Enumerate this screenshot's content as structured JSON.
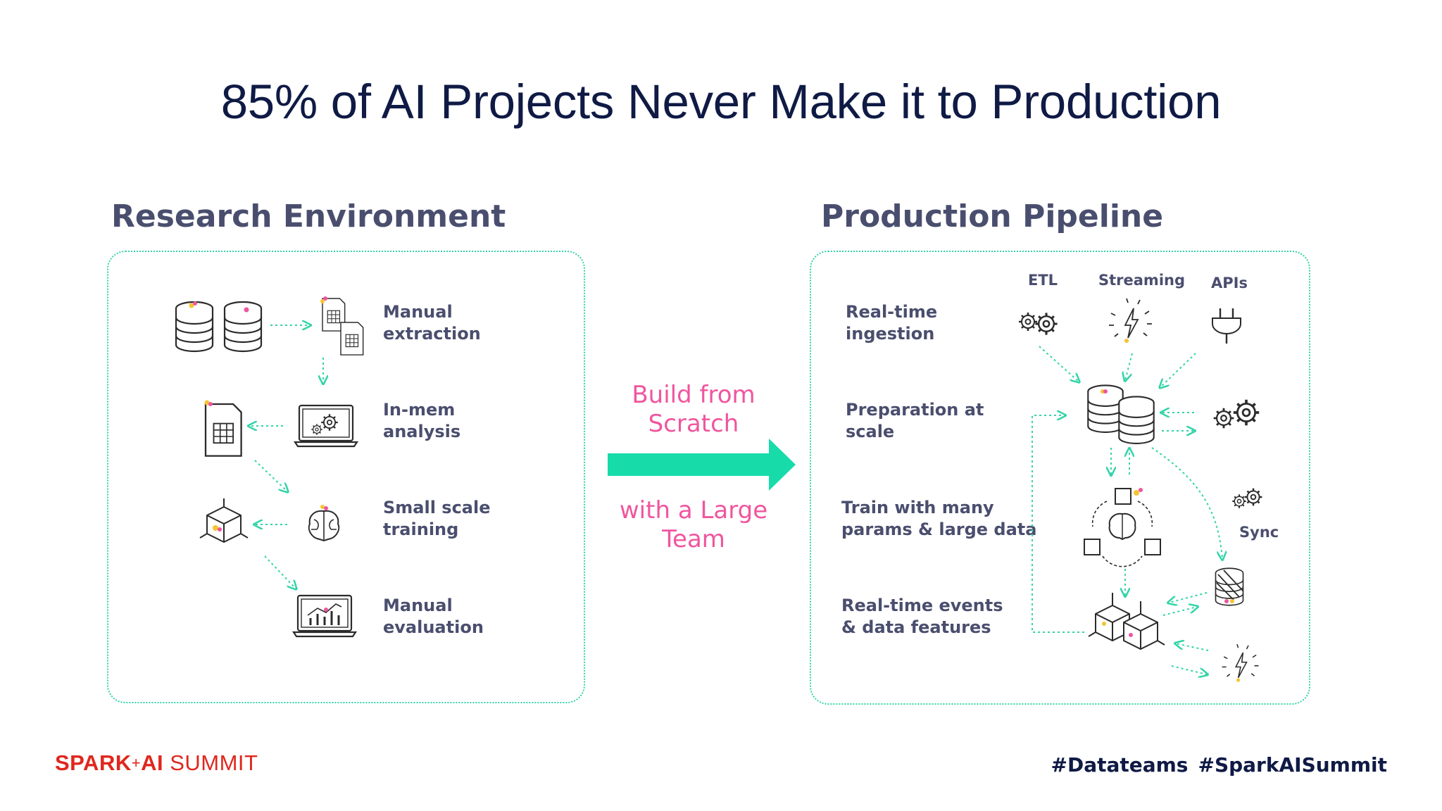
{
  "slide": {
    "title": "85% of AI Projects Never Make it to Production"
  },
  "research": {
    "heading": "Research Environment",
    "steps": [
      {
        "label": "Manual\nextraction"
      },
      {
        "label": "In-mem\nanalysis"
      },
      {
        "label": "Small scale\ntraining"
      },
      {
        "label": "Manual\nevaluation"
      }
    ]
  },
  "middle": {
    "top_text": "Build from\nScratch",
    "bottom_text": "with a Large\nTeam",
    "arrow_color": "#17dcaa"
  },
  "production": {
    "heading": "Production Pipeline",
    "sources": [
      "ETL",
      "Streaming",
      "APIs"
    ],
    "sync_label": "Sync",
    "steps": [
      {
        "label": "Real-time\ningestion"
      },
      {
        "label": "Preparation at\nscale"
      },
      {
        "label": "Train with many\nparams & large data"
      },
      {
        "label": "Real-time events\n& data features"
      }
    ]
  },
  "footer": {
    "logo_spark": "SPARK",
    "logo_plus": "+",
    "logo_ai": "AI",
    "logo_summit": " SUMMIT",
    "hashtags": [
      "#Datateams",
      "#SparkAISummit"
    ]
  },
  "colors": {
    "title": "#0f1a45",
    "accent_green": "#33d4a8",
    "pink": "#f0559e",
    "heading": "#4a4e6e",
    "brand_red": "#e0271d"
  },
  "icons": {
    "research": [
      "database-icon",
      "spreadsheet-files-icon",
      "spreadsheet-icon",
      "laptop-gears-icon",
      "cube-icon",
      "brain-icon",
      "laptop-chart-icon"
    ],
    "production": [
      "gears-icon",
      "lightning-icon",
      "plug-icon",
      "database-icon",
      "cpu-brain-icon",
      "cubes-icon",
      "striped-database-icon"
    ]
  }
}
